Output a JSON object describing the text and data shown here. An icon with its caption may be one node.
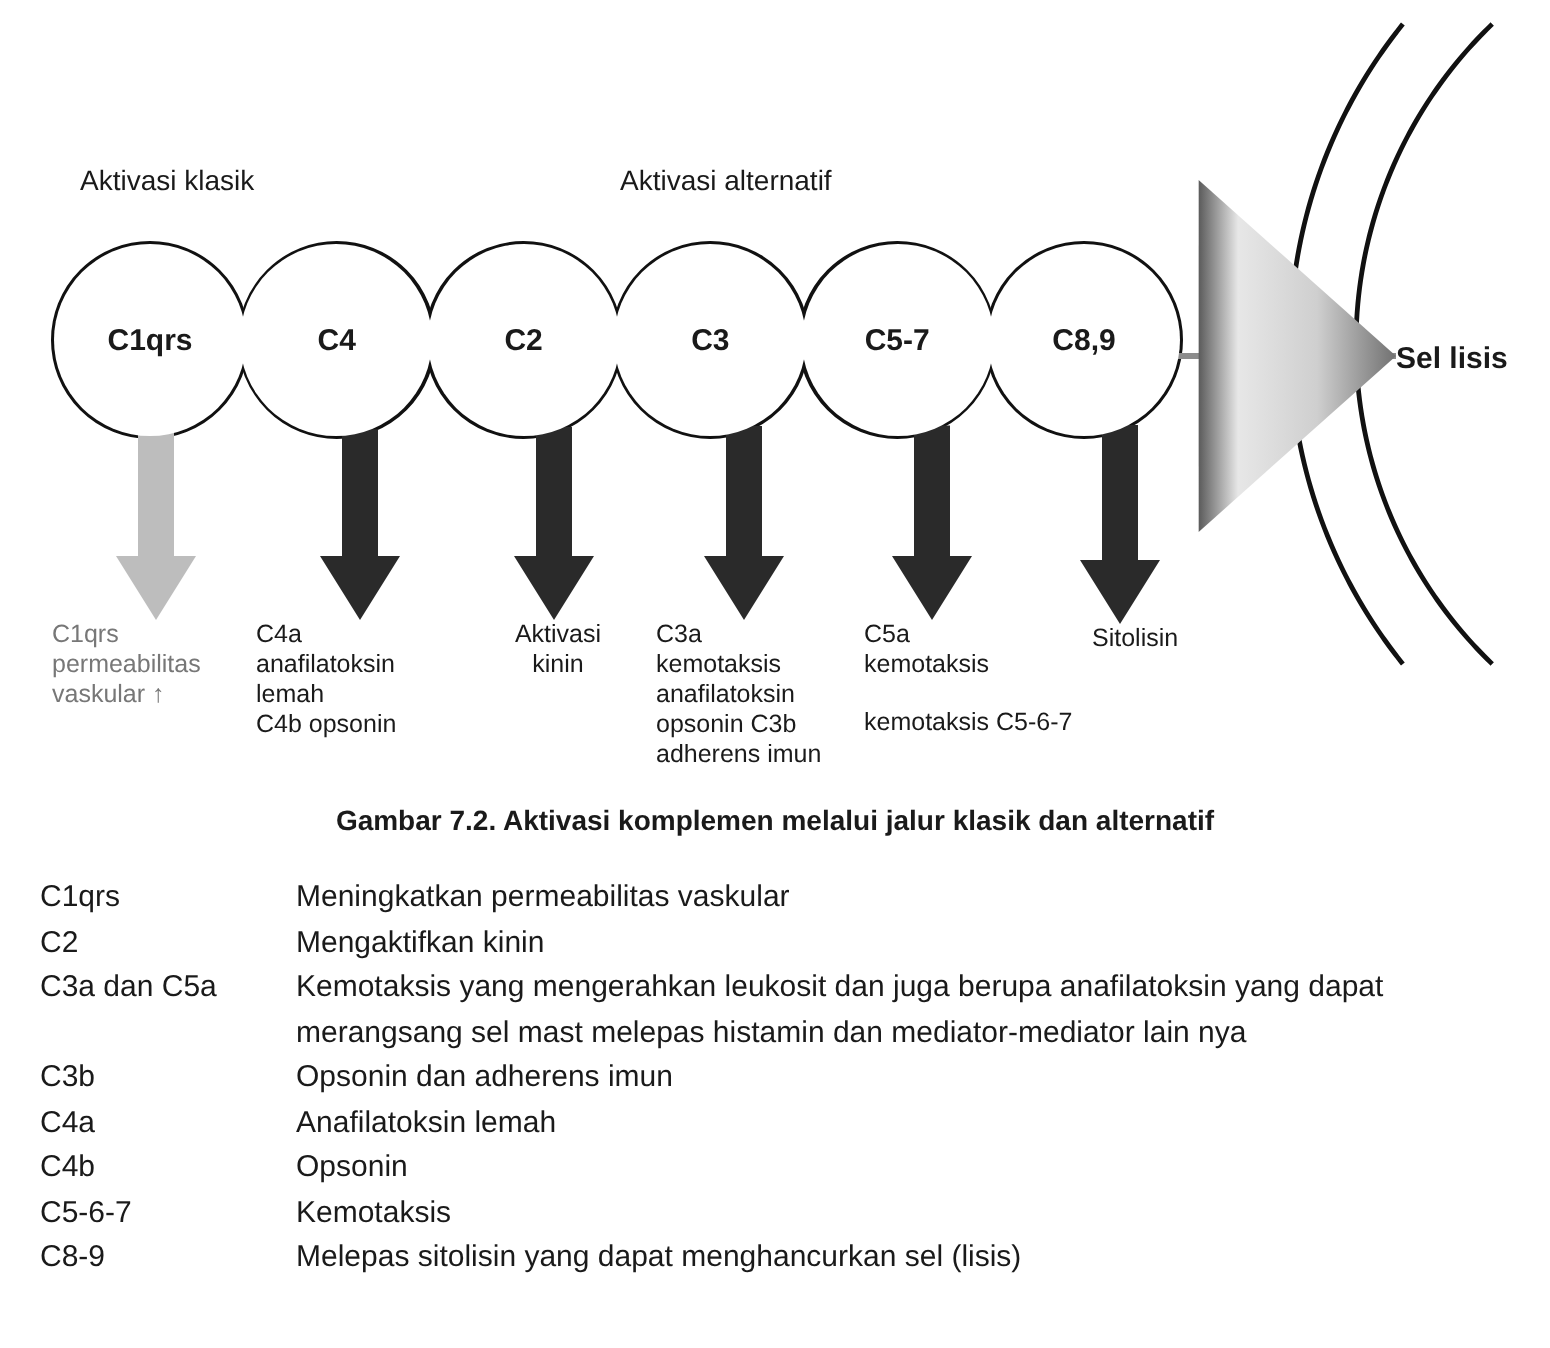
{
  "diagram": {
    "caption": "Gambar 7.2. Aktivasi komplemen melalui jalur klasik dan alternatif",
    "nodes": [
      {
        "text": [
          "C1qrs"
        ]
      },
      {
        "text": [
          "C4"
        ]
      },
      {
        "text": [
          "C2"
        ]
      },
      {
        "text": [
          "C3"
        ]
      },
      {
        "text": [
          "C5-7"
        ]
      },
      {
        "text": [
          "C8,9"
        ]
      },
      {
        "text": [
          "Sel lisis"
        ]
      },
      {
        "text": [
          "C1qrs permeabilitas vaskular ↑"
        ]
      },
      {
        "text": [
          "C4a anafilatoksin lemah",
          "C4b opsonin"
        ]
      },
      {
        "text": [
          "Aktivasi kinin"
        ]
      },
      {
        "text": [
          "C3a kemotaksis anafilatoksin",
          "opsonin C3b adherens imun"
        ]
      },
      {
        "text": [
          "C5a kemotaksis",
          "kemotaksis C5-6-7"
        ]
      },
      {
        "text": [
          "Sitolisin"
        ]
      }
    ],
    "edges": [
      {
        "from": 0,
        "to": 7,
        "arrow": "to",
        "color": "#bdbdbd"
      },
      {
        "from": 1,
        "to": 8,
        "arrow": "to"
      },
      {
        "from": 2,
        "to": 9,
        "arrow": "to"
      },
      {
        "from": 3,
        "to": 10,
        "arrow": "to"
      },
      {
        "from": 4,
        "to": 11,
        "arrow": "to"
      },
      {
        "from": 5,
        "to": 12,
        "arrow": "to"
      },
      {
        "from": 5,
        "to": 6,
        "arrow": "to",
        "color": "#8c8c8c"
      }
    ],
    "labels": [
      "Aktivasi klasik",
      "Aktivasi alternatif",
      "C1qrs",
      "Meningkatkan permeabilitas vaskular",
      "C2",
      "Mengaktifkan kinin",
      "C3a dan C5a",
      "Kemotaksis yang mengerahkan leukosit dan juga berupa anafilatoksin yang dapat merangsang sel mast melepas histamin dan mediator-mediator lain nya",
      "C3b",
      "Opsonin dan adherens imun",
      "C4a",
      "Anafilatoksin lemah",
      "C4b",
      "Opsonin",
      "C5-6-7",
      "Kemotaksis",
      "C8-9",
      "Melepas sitolisin yang dapat menghancurkan sel (lisis)"
    ]
  }
}
